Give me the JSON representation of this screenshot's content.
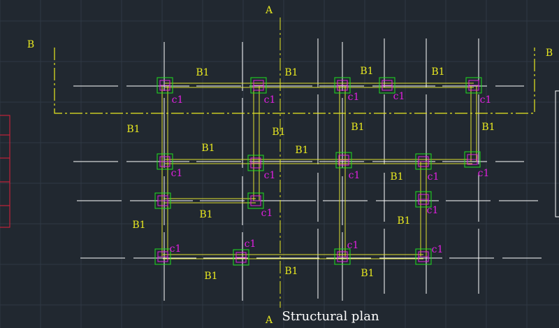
{
  "title": "Structural plan",
  "section_markers": {
    "a_top": "A",
    "a_bottom": "A",
    "b_left": "B",
    "b_right": "B"
  },
  "beam_label": "B1",
  "column_label": "c1",
  "colors": {
    "background": "#212830",
    "grid": "#2f3944",
    "beam": "#e0e030",
    "column_outer": "#20e020",
    "column_inner": "#e020e0",
    "axis_line": "#ffffff",
    "section_line": "#e8e820",
    "column_label": "#e020e0",
    "beam_label": "#e8e820",
    "title": "#ffffff",
    "table_border": "#e0203a",
    "panel_border": "#ffffff"
  }
}
